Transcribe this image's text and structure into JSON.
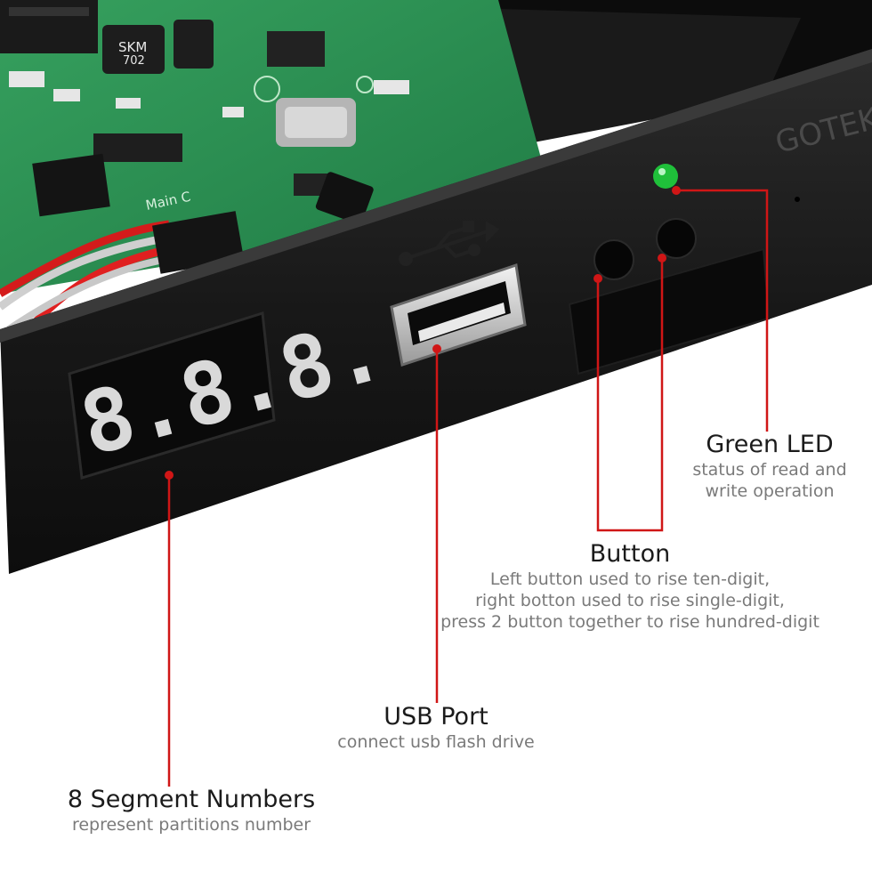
{
  "brand_text": "GOTEK",
  "display_digits": "8.8.8.",
  "capacitor_text": "SKM",
  "capacitor_value": "702",
  "pcb_text": "Main C",
  "colors": {
    "bezel": "#151515",
    "pcb": "#2a8a4f",
    "leader_line": "#d01616",
    "led": "#1fc03a",
    "segment": "#d9d9d9"
  },
  "labels": {
    "green_led": {
      "title": "Green LED",
      "desc": [
        "status of read and",
        "write operation"
      ]
    },
    "button": {
      "title": "Button",
      "desc": [
        "Left button used to rise ten-digit,",
        "right botton used to rise single-digit,",
        "press 2 button together to rise hundred-digit"
      ]
    },
    "usb_port": {
      "title": "USB Port",
      "desc": [
        "connect usb flash drive"
      ]
    },
    "segment_numbers": {
      "title": "8 Segment Numbers",
      "desc": [
        "represent partitions number"
      ]
    }
  }
}
